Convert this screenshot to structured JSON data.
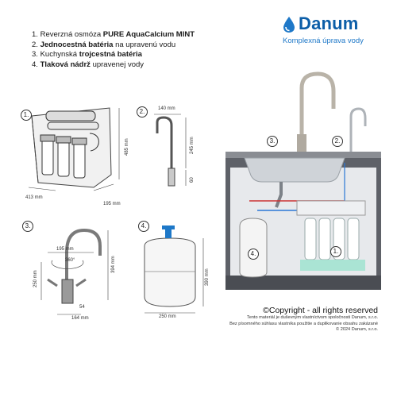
{
  "brand": {
    "name": "Danum",
    "tagline": "Komplexná úprava vody",
    "logo_icon": "water-drop-icon",
    "colors": {
      "brand_blue": "#0c5ea8",
      "accent_blue": "#1e78c8"
    }
  },
  "items": [
    {
      "num": "1.",
      "plain_before": "Reverzná osmóza ",
      "bold": "PURE AquaCalcium MINT",
      "plain_after": ""
    },
    {
      "num": "2.",
      "plain_before": "",
      "bold": "Jednocestná batéria",
      "plain_after": " na upravenú vodu"
    },
    {
      "num": "3.",
      "plain_before": "Kuchynská ",
      "bold": "trojcestná batéria",
      "plain_after": ""
    },
    {
      "num": "4.",
      "plain_before": "",
      "bold": "Tlaková nádrž",
      "plain_after": " upravenej vody"
    }
  ],
  "figures": {
    "ro": {
      "badge": "1.",
      "width": "413 mm",
      "depth": "195 mm",
      "height": "485 mm"
    },
    "faucet1": {
      "badge": "2.",
      "reach": "140 mm",
      "height": "245 mm",
      "base": "60"
    },
    "faucet3": {
      "badge": "3.",
      "reach": "195 mm",
      "swivel": "360°",
      "height": "394 mm",
      "spout": "250 mm",
      "base": "54",
      "width": "164 mm"
    },
    "tank": {
      "badge": "4.",
      "height": "390 mm",
      "width": "250 mm"
    },
    "installation": {
      "badge3": "3.",
      "badge2": "2.",
      "badge4": "4.",
      "badge1": "1."
    }
  },
  "copyright": {
    "main": "©Copyright - all rights reserved",
    "lines": [
      "Tento materiál je duševným vlastníctvom spoločnosti Danum, s.r.o.",
      "Bez písomného súhlasu vlastníka použitie a duplikovanie obsahu zakázané",
      "© 2024 Danum, s.r.o."
    ]
  }
}
